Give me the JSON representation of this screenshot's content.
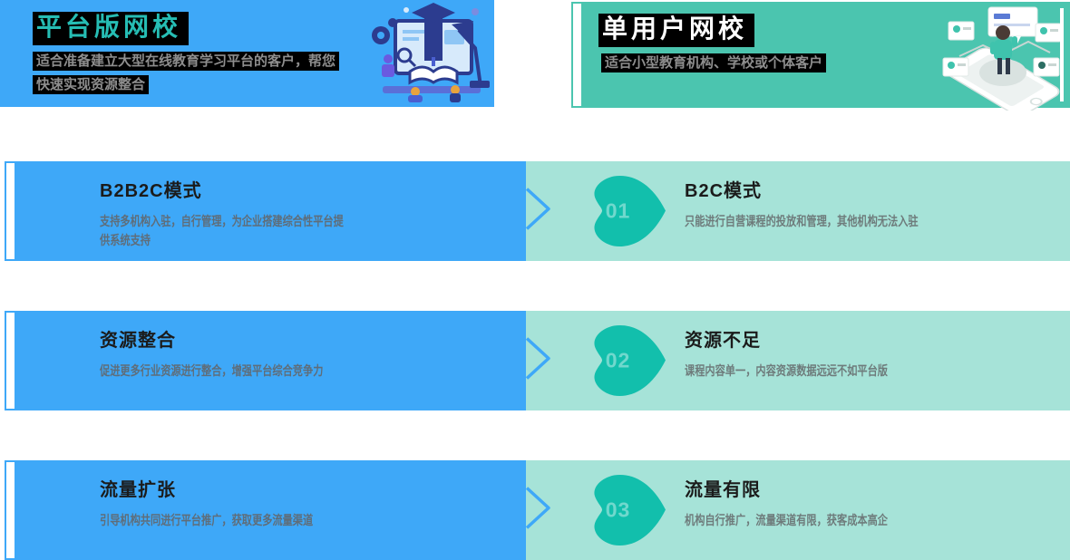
{
  "header": {
    "left": {
      "title": "平台版网校",
      "desc": "适合准备建立大型在线教育学习平台的客户，帮您快速实现资源整合"
    },
    "right": {
      "title": "单用户网校",
      "desc": "适合小型教育机构、学校或个体客户"
    }
  },
  "rows": [
    {
      "num": "01",
      "left": {
        "title": "B2B2C模式",
        "desc": "支持多机构入驻，自行管理，为企业搭建综合性平台提供系统支持"
      },
      "right": {
        "title": "B2C模式",
        "desc": "只能进行自营课程的投放和管理，其他机构无法入驻"
      }
    },
    {
      "num": "02",
      "left": {
        "title": "资源整合",
        "desc": "促进更多行业资源进行整合，增强平台综合竞争力"
      },
      "right": {
        "title": "资源不足",
        "desc": "课程内容单一，内容资源数据远远不如平台版"
      }
    },
    {
      "num": "03",
      "left": {
        "title": "流量扩张",
        "desc": "引导机构共同进行平台推广，获取更多流量渠道"
      },
      "right": {
        "title": "流量有限",
        "desc": "机构自行推广，流量渠道有限，获客成本高企"
      }
    }
  ],
  "icons": {
    "left_illustration": "online-education-platform-illustration",
    "right_illustration": "single-user-phone-illustration",
    "row_pointer": "chevron-right-icon",
    "row_badge": "leaf-badge"
  },
  "colors": {
    "platform_blue": "#3EA8F8",
    "single_teal": "#4BC5AF",
    "row_light_teal": "#A6E3D8",
    "leaf_teal": "#12BFAC",
    "platform_title_teal": "#26BDB4",
    "highlight_black": "#000000",
    "desc_gray": "#8E8E8E",
    "row_title_black": "#1B1B1B"
  }
}
